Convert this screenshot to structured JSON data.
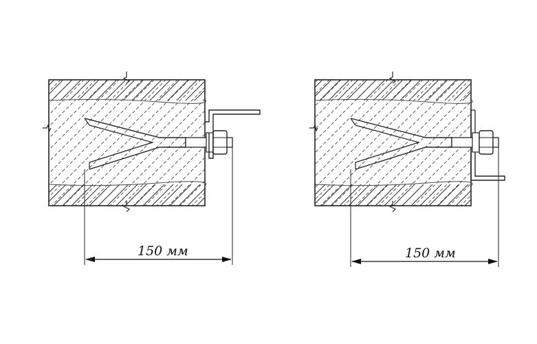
{
  "drawings": [
    {
      "id": "left",
      "dimension_label": "150 мм",
      "bracket": "horizontal"
    },
    {
      "id": "right",
      "dimension_label": "150 мм",
      "bracket": "vertical"
    }
  ],
  "colors": {
    "ink": "#222222",
    "background": "#ffffff"
  }
}
